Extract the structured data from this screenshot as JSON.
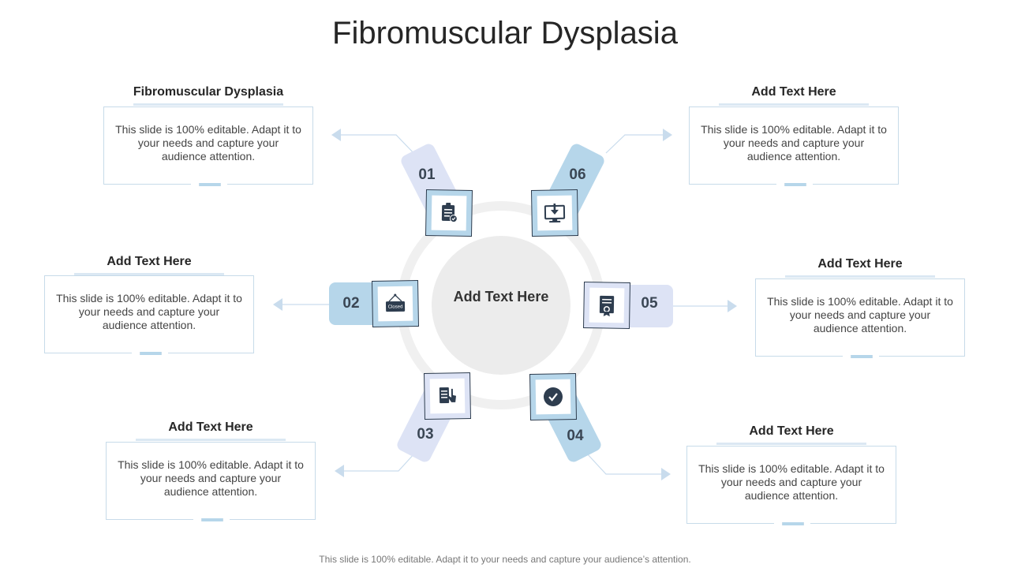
{
  "slide": {
    "title": "Fibromuscular Dysplasia",
    "footer": "This slide is 100% editable. Adapt it to your needs and capture your audience’s attention."
  },
  "center": {
    "label": "Add Text Here"
  },
  "colors": {
    "blue": "#b6d6ea",
    "lavender": "#dde3f5",
    "ring": "#f0f0f0",
    "center": "#ececec",
    "icon_frame": "#2e3d4f",
    "arrow": "#c9dced"
  },
  "steps": [
    {
      "number": "01",
      "heading": "Fibromuscular Dysplasia",
      "text": "This slide is 100% editable. Adapt it to your  needs and capture your audience attention.",
      "icon": "clipboard-check-icon"
    },
    {
      "number": "02",
      "heading": "Add  Text Here",
      "text": "This slide is 100% editable. Adapt it to your  needs and capture your audience attention.",
      "icon": "closed-sign-icon",
      "icon_text": "Closed"
    },
    {
      "number": "03",
      "heading": "Add  Text Here",
      "text": "This slide is 100% editable. Adapt it to your  needs and capture your audience attention.",
      "icon": "document-touch-icon"
    },
    {
      "number": "04",
      "heading": "Add  Text Here",
      "text": "This slide is 100% editable. Adapt it to your  needs and capture your audience attention.",
      "icon": "check-circle-icon"
    },
    {
      "number": "05",
      "heading": "Add  Text Here",
      "text": "This slide is 100% editable. Adapt it to your  needs and capture your audience attention.",
      "icon": "certificate-icon"
    },
    {
      "number": "06",
      "heading": "Add  Text Here",
      "text": "This slide is 100% editable. Adapt it to your  needs and capture your audience attention.",
      "icon": "monitor-download-icon"
    }
  ]
}
